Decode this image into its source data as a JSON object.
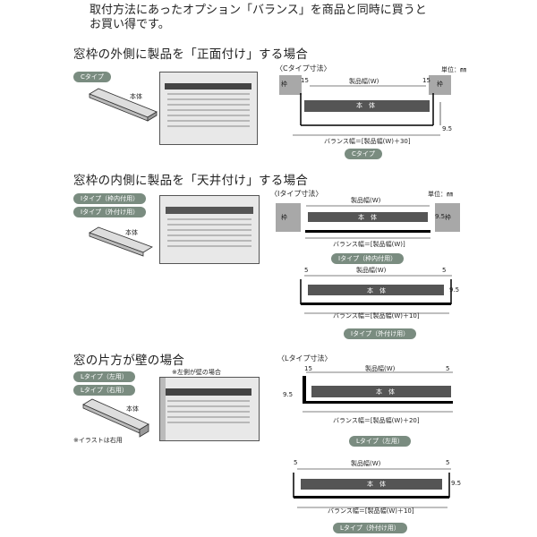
{
  "intro": {
    "line1": "取付方法にあったオプション「バランス」を商品と同時に買うと",
    "line2": "お買い得です。"
  },
  "sections": {
    "c": {
      "title": "窓枠の外側に製品を「正面付け」する場合",
      "type_pill": "Cタイプ",
      "product_label": "本体",
      "diagram_title": "〈Cタイプ寸法〉",
      "unit": "単位：㎜",
      "frame_label": "枠",
      "dim_15_left": "15",
      "dim_15_right": "15",
      "product_width": "製品幅(W)",
      "body": "本　体",
      "depth": "9.5",
      "formula": "バランス幅＝[製品幅(W)＋30]",
      "caption": "Cタイプ"
    },
    "i": {
      "title": "窓枠の内側に製品を「天井付け」する場合",
      "pill_1": "Iタイプ（枠内付用）",
      "pill_2": "Iタイプ（外付け用）",
      "product_label": "本体",
      "diagram_title": "〈Iタイプ寸法〉",
      "unit": "単位：㎜",
      "frame_label": "枠",
      "product_width": "製品幅(W)",
      "body": "本　体",
      "depth": "9.5",
      "formula": "バランス幅＝[製品幅(W)]",
      "caption": "Iタイプ（枠内付用）",
      "b_dim_left": "5",
      "b_dim_right": "5",
      "b_product_width": "製品幅(W)",
      "b_body": "本　体",
      "b_depth": "9.5",
      "b_formula": "バランス幅＝[製品幅(W)＋10]",
      "b_caption": "Iタイプ（外付け用）"
    },
    "l": {
      "title": "窓の片方が壁の場合",
      "pill_1": "Lタイプ（左用）",
      "pill_2": "Lタイプ（右用）",
      "photo_note": "※左側が壁の場合",
      "product_label": "本体",
      "illustration_note": "※イラストは右用",
      "diagram_title": "〈Lタイプ寸法〉",
      "dim_15": "15",
      "dim_5": "5",
      "product_width": "製品幅(W)",
      "body": "本　体",
      "depth": "9.5",
      "formula": "バランス幅＝[製品幅(W)＋20]",
      "caption": "Lタイプ（左用）",
      "b_dim_left": "5",
      "b_dim_right": "5",
      "b_product_width": "製品幅(W)",
      "b_body": "本　体",
      "b_depth": "9.5",
      "b_formula": "バランス幅＝[製品幅(W)＋10]",
      "b_caption": "Lタイプ（外付け用）"
    }
  },
  "colors": {
    "pill": "#7a8c80",
    "body_bar": "#555555",
    "frame": "#a8a8a8"
  }
}
